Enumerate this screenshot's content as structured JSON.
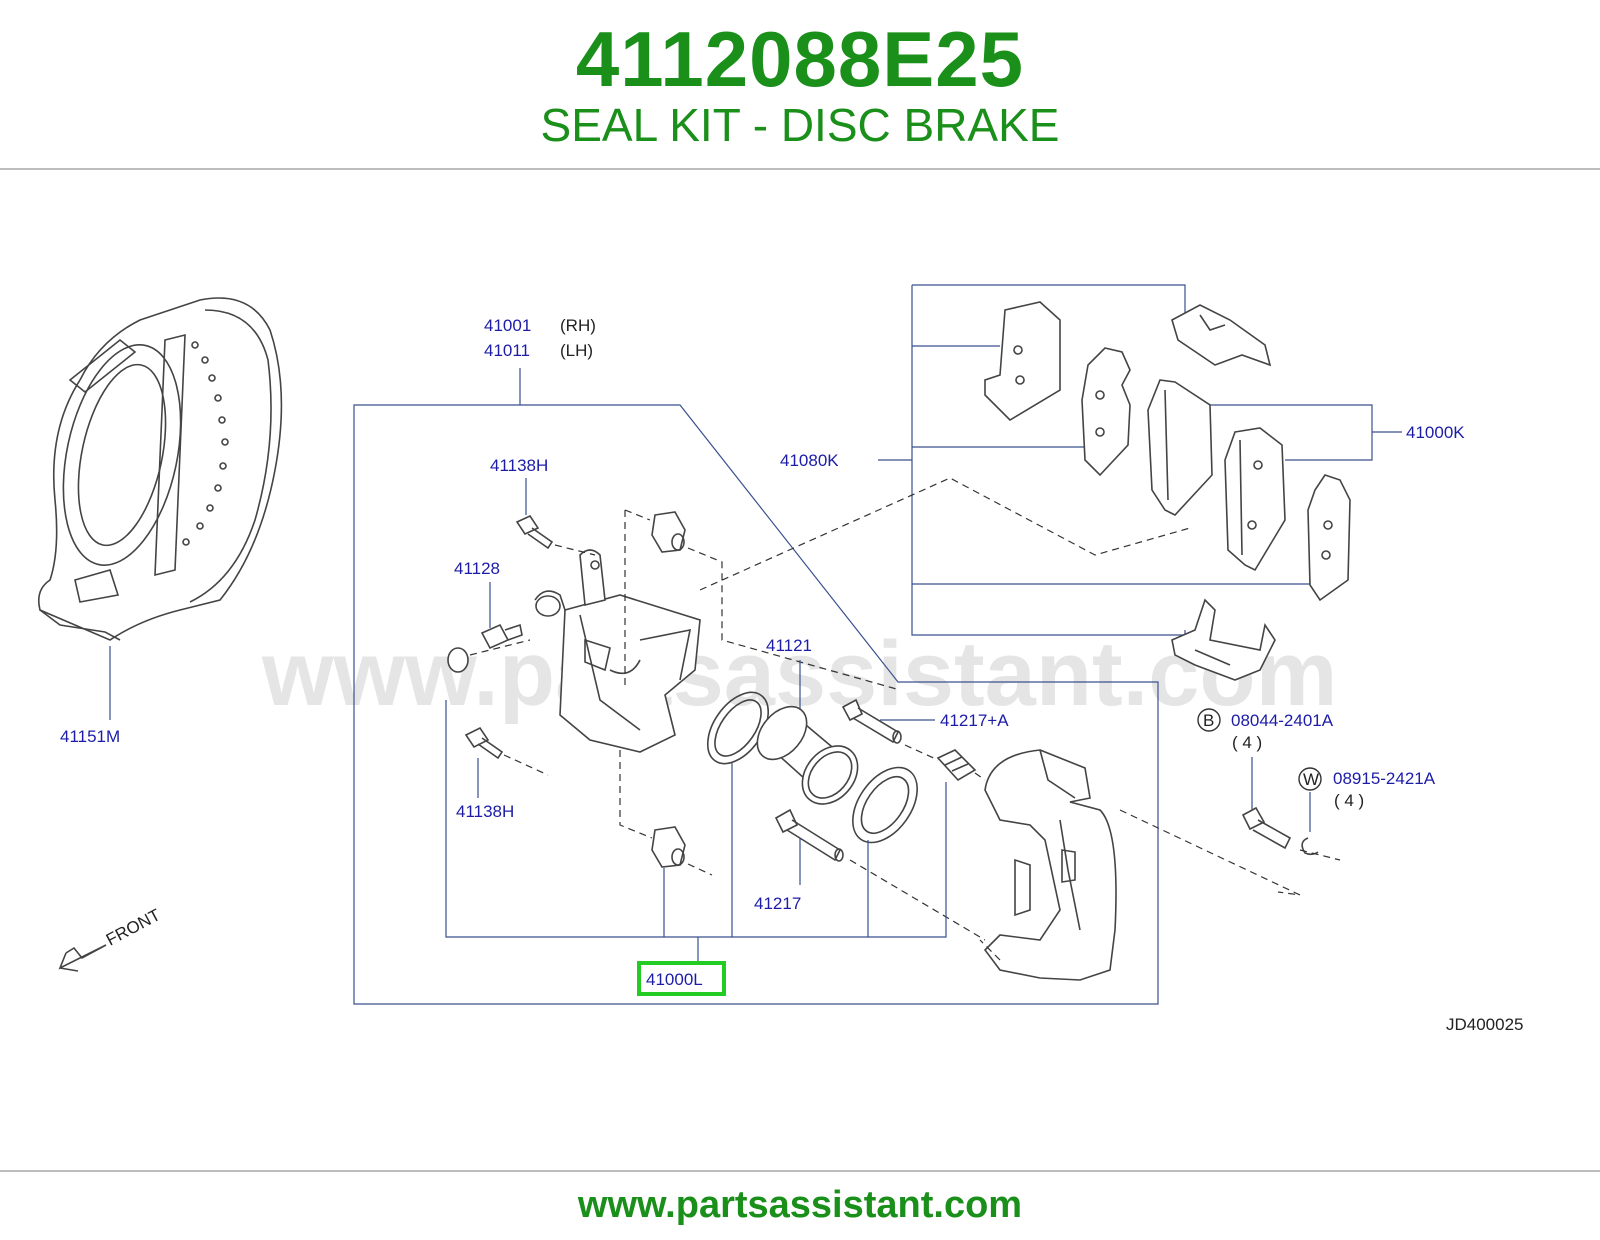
{
  "header": {
    "part_number": "4112088E25",
    "part_title": "SEAL KIT - DISC BRAKE"
  },
  "footer": {
    "url": "www.partsassistant.com"
  },
  "diagram": {
    "watermark": "www.partsassistant.com",
    "code": "JD400025",
    "front_label": "FRONT",
    "labels": {
      "p41001": "41001",
      "p41001_side": "(RH)",
      "p41011": "41011",
      "p41011_side": "(LH)",
      "p41151m": "41151M",
      "p41138h_top": "41138H",
      "p41128": "41128",
      "p41138h_bottom": "41138H",
      "p41121": "41121",
      "p41217a": "41217+A",
      "p41217": "41217",
      "p41000l": "41000L",
      "p41080k": "41080K",
      "p41000k": "41000K",
      "bolt_marker": "B",
      "bolt_part": "08044-2401A",
      "bolt_qty": "( 4 )",
      "washer_marker": "W",
      "washer_part": "08915-2421A",
      "washer_qty": "( 4 )"
    },
    "colors": {
      "title_green": "#1a8f1a",
      "label_blue": "#1c1ca8",
      "highlight": "#22cc22"
    }
  }
}
